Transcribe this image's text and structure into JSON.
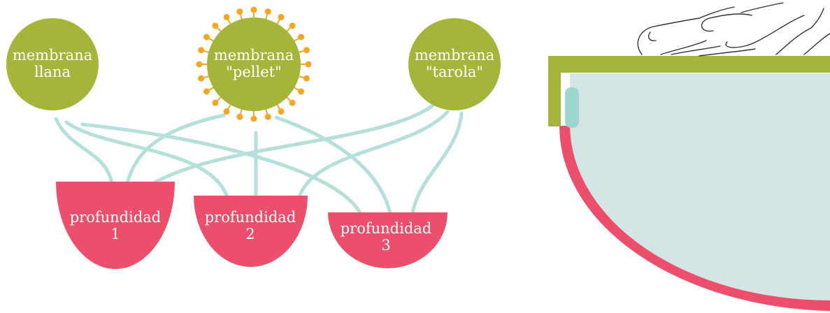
{
  "membranes": [
    {
      "line1": "membrana",
      "line2": "llana"
    },
    {
      "line1": "membrana",
      "line2": "\"pellet\""
    },
    {
      "line1": "membrana",
      "line2": "\"tarola\""
    }
  ],
  "depths": [
    {
      "line1": "profundidad",
      "line2": "1"
    },
    {
      "line1": "profundidad",
      "line2": "2"
    },
    {
      "line1": "profundidad",
      "line2": "3"
    }
  ],
  "colors": {
    "membrane": "#a5b53a",
    "depth": "#ec4f6b",
    "connector": "#b5e0d9",
    "pellet": "#f5a623",
    "drum_body": "#d3e6e5",
    "drum_rim": "#a5b53a",
    "drum_shell": "#ec4f6b",
    "drum_edge": "#9dd5cf"
  },
  "icons": {
    "hand": "hand-icon",
    "drum": "drum-cross-section-icon"
  }
}
